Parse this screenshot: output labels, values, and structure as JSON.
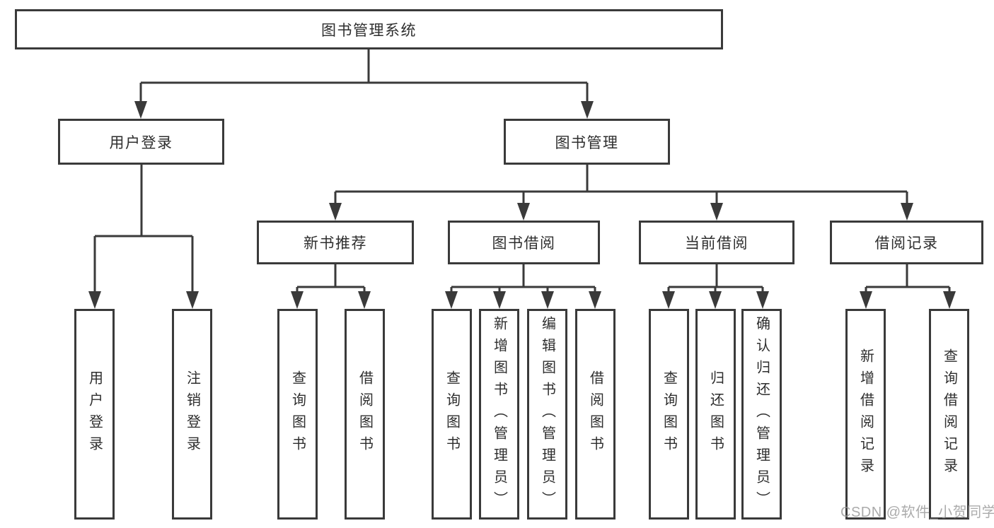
{
  "diagram": {
    "title": "图书管理系统",
    "root": {
      "label": "图书管理系统"
    },
    "level2": [
      {
        "label": "用户登录"
      },
      {
        "label": "图书管理"
      }
    ],
    "level3": [
      {
        "label": "新书推荐"
      },
      {
        "label": "图书借阅"
      },
      {
        "label": "当前借阅"
      },
      {
        "label": "借阅记录"
      }
    ],
    "leaves": {
      "user_login": [
        {
          "label": "用户登录"
        },
        {
          "label": "注销登录"
        }
      ],
      "new_book": [
        {
          "label": "查询图书"
        },
        {
          "label": "借阅图书"
        }
      ],
      "book_borrow": [
        {
          "label": "查询图书"
        },
        {
          "label": "新增图书（管理员）"
        },
        {
          "label": "编辑图书（管理员）"
        },
        {
          "label": "借阅图书"
        }
      ],
      "current_borrow": [
        {
          "label": "查询图书"
        },
        {
          "label": "归还图书"
        },
        {
          "label": "确认归还（管理员）"
        }
      ],
      "borrow_records": [
        {
          "label": "新增借阅记录"
        },
        {
          "label": "查询借阅记录"
        }
      ]
    }
  },
  "watermark": {
    "text": "CSDN @软件_小贺同学"
  },
  "colors": {
    "line": "#3a3a3a",
    "text": "#2e2e2e",
    "background": "#ffffff",
    "watermark": "#989898"
  }
}
